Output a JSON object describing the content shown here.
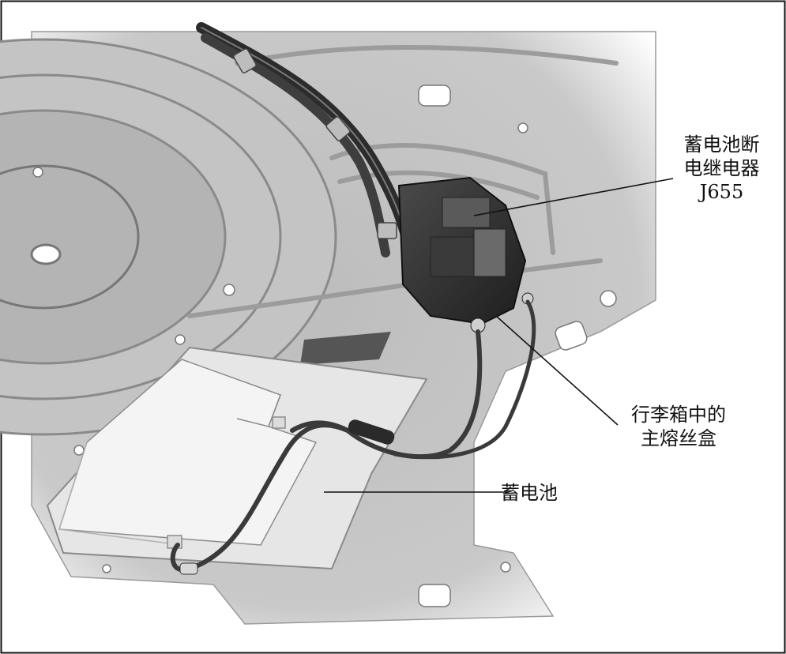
{
  "labels": {
    "relay": [
      "蓄电池断",
      "电继电器",
      "J655"
    ],
    "fuse_box": [
      "行李箱中的",
      "主熔丝盒"
    ],
    "battery": "蓄电池"
  },
  "colors": {
    "frame": "#111111",
    "panel": "#cfcfcf",
    "panel_dark": "#8f8f8f",
    "cable": "#3a3a3a",
    "battery": "#f4f4f4",
    "relay": "#2e2e2e"
  }
}
